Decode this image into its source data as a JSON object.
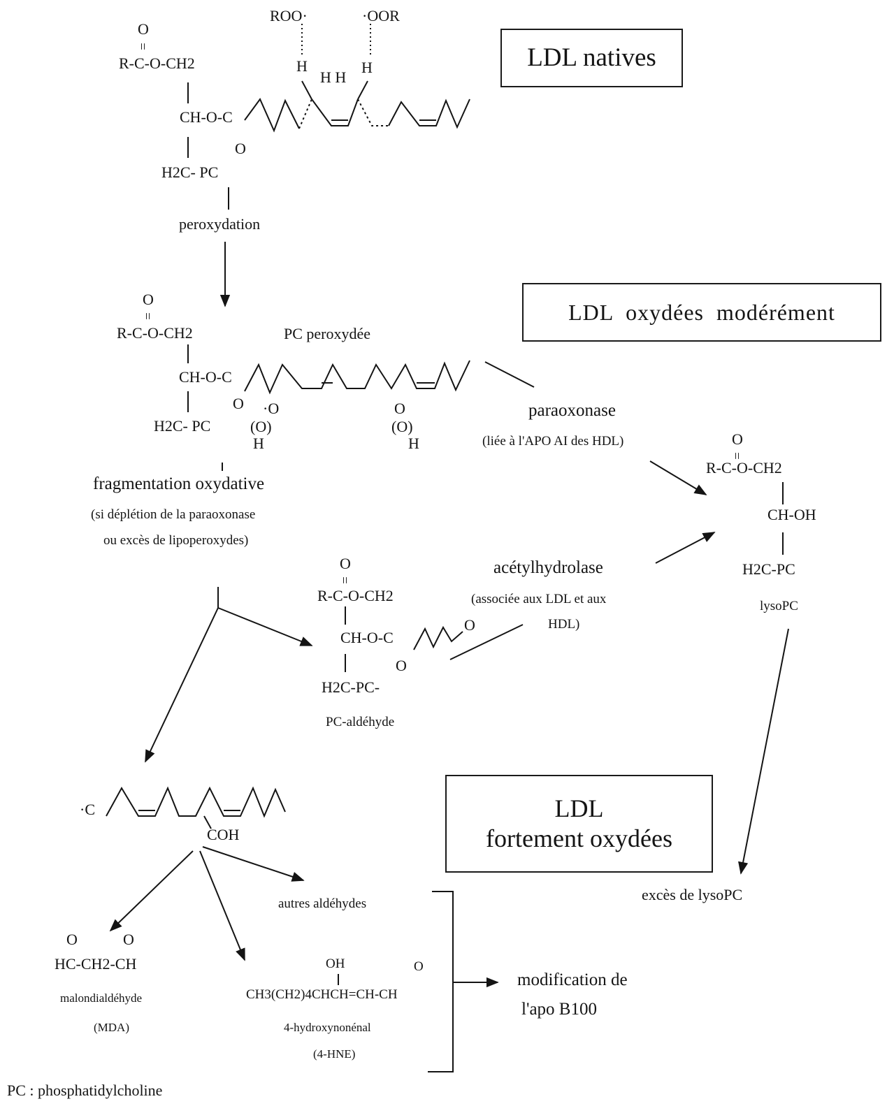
{
  "boxes": {
    "native": "LDL natives",
    "moderate": "LDL  oxydées  modérément",
    "strong_line1": "LDL",
    "strong_line2": "fortement oxydées"
  },
  "molecules": {
    "native": {
      "carbonyl_o": "O",
      "double_bond": "=",
      "ester_line": "R-C-O-CH2",
      "chain_line": "CH-O-C",
      "ester_o": "O",
      "pc_line": "H2C- PC",
      "roo": "ROO·",
      "oor": "·OOR",
      "h_left": "H",
      "h_mid": "H H",
      "h_right": "H"
    },
    "peroxidized": {
      "carbonyl_o": "O",
      "double_bond": "=",
      "ester_line": "R-C-O-CH2",
      "chain_line": "CH-O-C",
      "ester_o": "O",
      "pc_line": "H2C- PC",
      "label": "PC peroxydée",
      "o1": "·O",
      "oparen1": "(O)",
      "h1": "H",
      "o2": "O",
      "oparen2": "(O)",
      "h2": "H"
    },
    "lyso": {
      "carbonyl_o": "O",
      "double_bond": "=",
      "ester_line": "R-C-O-CH2",
      "chain_line": "CH-OH",
      "pc_line": "H2C-PC",
      "label": "lysoPC"
    },
    "aldehyde": {
      "carbonyl_o": "O",
      "double_bond": "=",
      "ester_line": "R-C-O-CH2",
      "chain_line": "CH-O-C",
      "terminal_o": "O",
      "ester_o": "O",
      "pc_line": "H2C-PC-",
      "label": "PC-aldéhyde"
    },
    "fragment": {
      "left": "·C",
      "coh": "COH"
    },
    "mda": {
      "o1": "O",
      "o2": "O",
      "formula": "HC-CH2-CH",
      "name": "malondialdéhyde",
      "abbr": "(MDA)"
    },
    "hne": {
      "oh": "OH",
      "o": "O",
      "formula": "CH3(CH2)4CHCH=CH-CH",
      "name": "4-hydroxynonénal",
      "abbr": "(4-HNE)"
    }
  },
  "labels": {
    "peroxydation": "peroxydation",
    "paraoxonase": "paraoxonase",
    "paraoxonase_note": "(liée à l'APO AI des HDL)",
    "fragmentation": "fragmentation oxydative",
    "fragmentation_note1": "(si déplétion de la paraoxonase",
    "fragmentation_note2": "ou excès de lipoperoxydes)",
    "acetylhydrolase": "acétylhydrolase",
    "acetylhydrolase_note1": "(associée aux LDL et aux",
    "acetylhydrolase_note2": "HDL)",
    "autres_aldehydes": "autres aldéhydes",
    "excess_lyso": "excès de lysoPC",
    "modification1": "modification de",
    "modification2": "l'apo B100",
    "legend": "PC : phosphatidylcholine"
  }
}
